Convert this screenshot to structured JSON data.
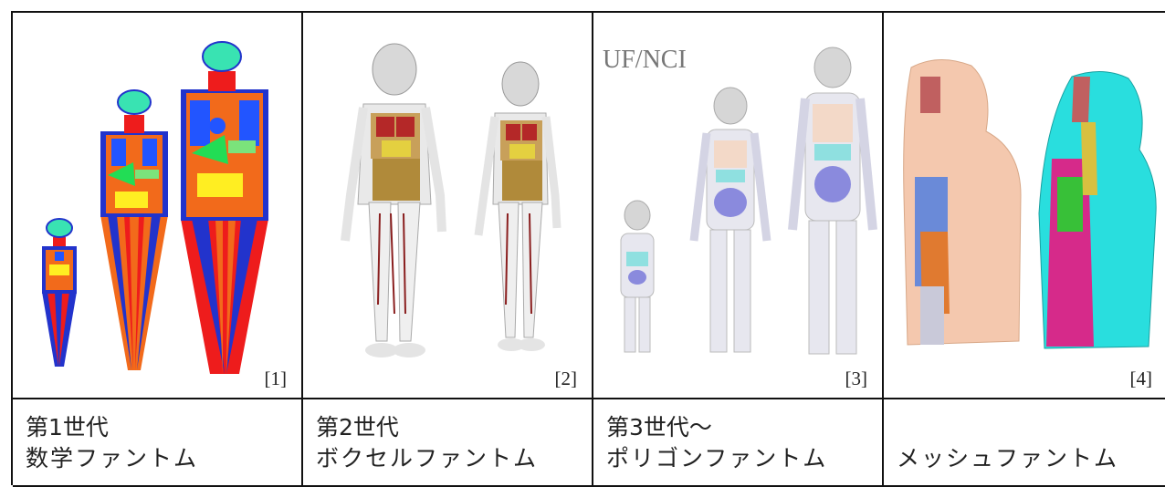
{
  "panels": [
    {
      "ref": "[1]",
      "caption_line1": "第1世代",
      "caption_line2": "数学ファントム",
      "figure": "stylized-mathematical-phantoms"
    },
    {
      "ref": "[2]",
      "caption_line1": "第2世代",
      "caption_line2": "ボクセルファントム",
      "figure": "voxel-phantoms"
    },
    {
      "ref": "[3]",
      "caption_line1": "第3世代～",
      "caption_line2": "ポリゴンファントム",
      "figure_label": "UF/NCI",
      "figure": "polygon-phantoms"
    },
    {
      "ref": "[4]",
      "caption_line1": "",
      "caption_line2": "メッシュファントム",
      "figure": "mesh-phantoms"
    }
  ],
  "colors": {
    "border": "#111111",
    "red": "#ee1c1c",
    "blue": "#2233cc",
    "orange": "#f26a1b",
    "teal": "#39e3b2",
    "skin": "#f4c8ae",
    "cyan": "#29dede"
  }
}
